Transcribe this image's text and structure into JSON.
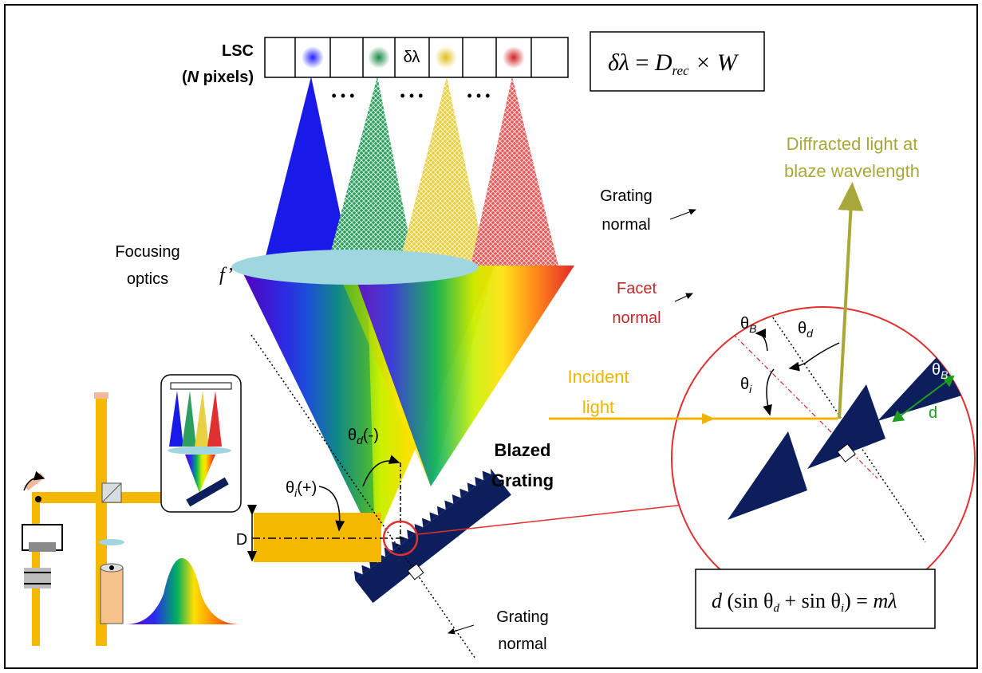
{
  "detector": {
    "label_line1": "LSC",
    "label_line2_italic": "N",
    "label_line2_rest": " pixels)",
    "label_line2_open": "(",
    "pixel_label": "δλ",
    "dots": "• • •",
    "spot_colors": [
      "#3a3af0",
      "#2e9a58",
      "#e8d24a",
      "#d83a3a"
    ]
  },
  "equations": {
    "resolution_lhs": "δλ",
    "resolution_eq": " = ",
    "resolution_d": "D",
    "resolution_sub": "rec",
    "resolution_times": " × W",
    "grating_eq_d": "d",
    "grating_eq_mid": " (sin θ",
    "grating_eq_sub_d": "d",
    "grating_eq_plus": " + sin θ",
    "grating_eq_sub_i": "i",
    "grating_eq_end": ") = ",
    "grating_eq_m": "mλ"
  },
  "labels": {
    "focusing_optics_1": "Focusing",
    "focusing_optics_2": "optics",
    "f_prime": "f’",
    "blazed_grating_1": "Blazed",
    "blazed_grating_2": "Grating",
    "grating_normal_1": "Grating",
    "grating_normal_2": "normal",
    "grating_normal_top_1": "Grating",
    "grating_normal_top_2": "normal",
    "facet_normal_1": "Facet",
    "facet_normal_2": "normal",
    "diffracted_1": "Diffracted light at",
    "diffracted_2": "blaze wavelength",
    "incident_1": "Incident",
    "incident_2": "light",
    "beam_d": "D",
    "theta": "θ",
    "sub_d": "d",
    "sub_i": "i",
    "sub_b": "B",
    "minus": "(-)",
    "plus": "(+)",
    "groove_d": "d"
  },
  "colors": {
    "beam_yellow": "#f5b800",
    "grating_navy": "#0c1f5c",
    "lens": "#9fd6df",
    "zoom_circle": "#e03030",
    "diffracted_olive": "#a8a83a",
    "facet_red": "#c62828",
    "groove_green": "#1e9e1e",
    "incident_orange": "#f0b400"
  }
}
